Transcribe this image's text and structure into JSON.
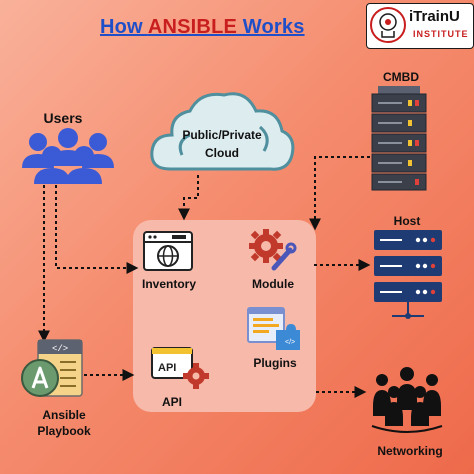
{
  "title": {
    "prefix": "How ",
    "highlight": "ANSIBLE",
    "suffix": " Works"
  },
  "logo": {
    "name": "iTrainU",
    "subtitle": "INSTITUTE"
  },
  "nodes": {
    "users": "Users",
    "cloud": {
      "line1": "Public/Private",
      "line2": "Cloud"
    },
    "cmbd": "CMBD",
    "inventory": "Inventory",
    "module": "Module",
    "host": "Host",
    "plugins": "Plugins",
    "api": "API",
    "playbook": {
      "line1": "Ansible",
      "line2": "Playbook"
    },
    "networking": "Networking"
  },
  "colors": {
    "background": "#f58c6e",
    "title_blue": "#1f4fc8",
    "title_red": "#c81e1e",
    "central_panel": "#f6b9aa",
    "users_blue": "#3b5bd6",
    "cloud_teal": "#4f8f9e",
    "server_dark": "#3a3f4a",
    "host_navy": "#1f3b73",
    "gear_red": "#c0392b"
  }
}
